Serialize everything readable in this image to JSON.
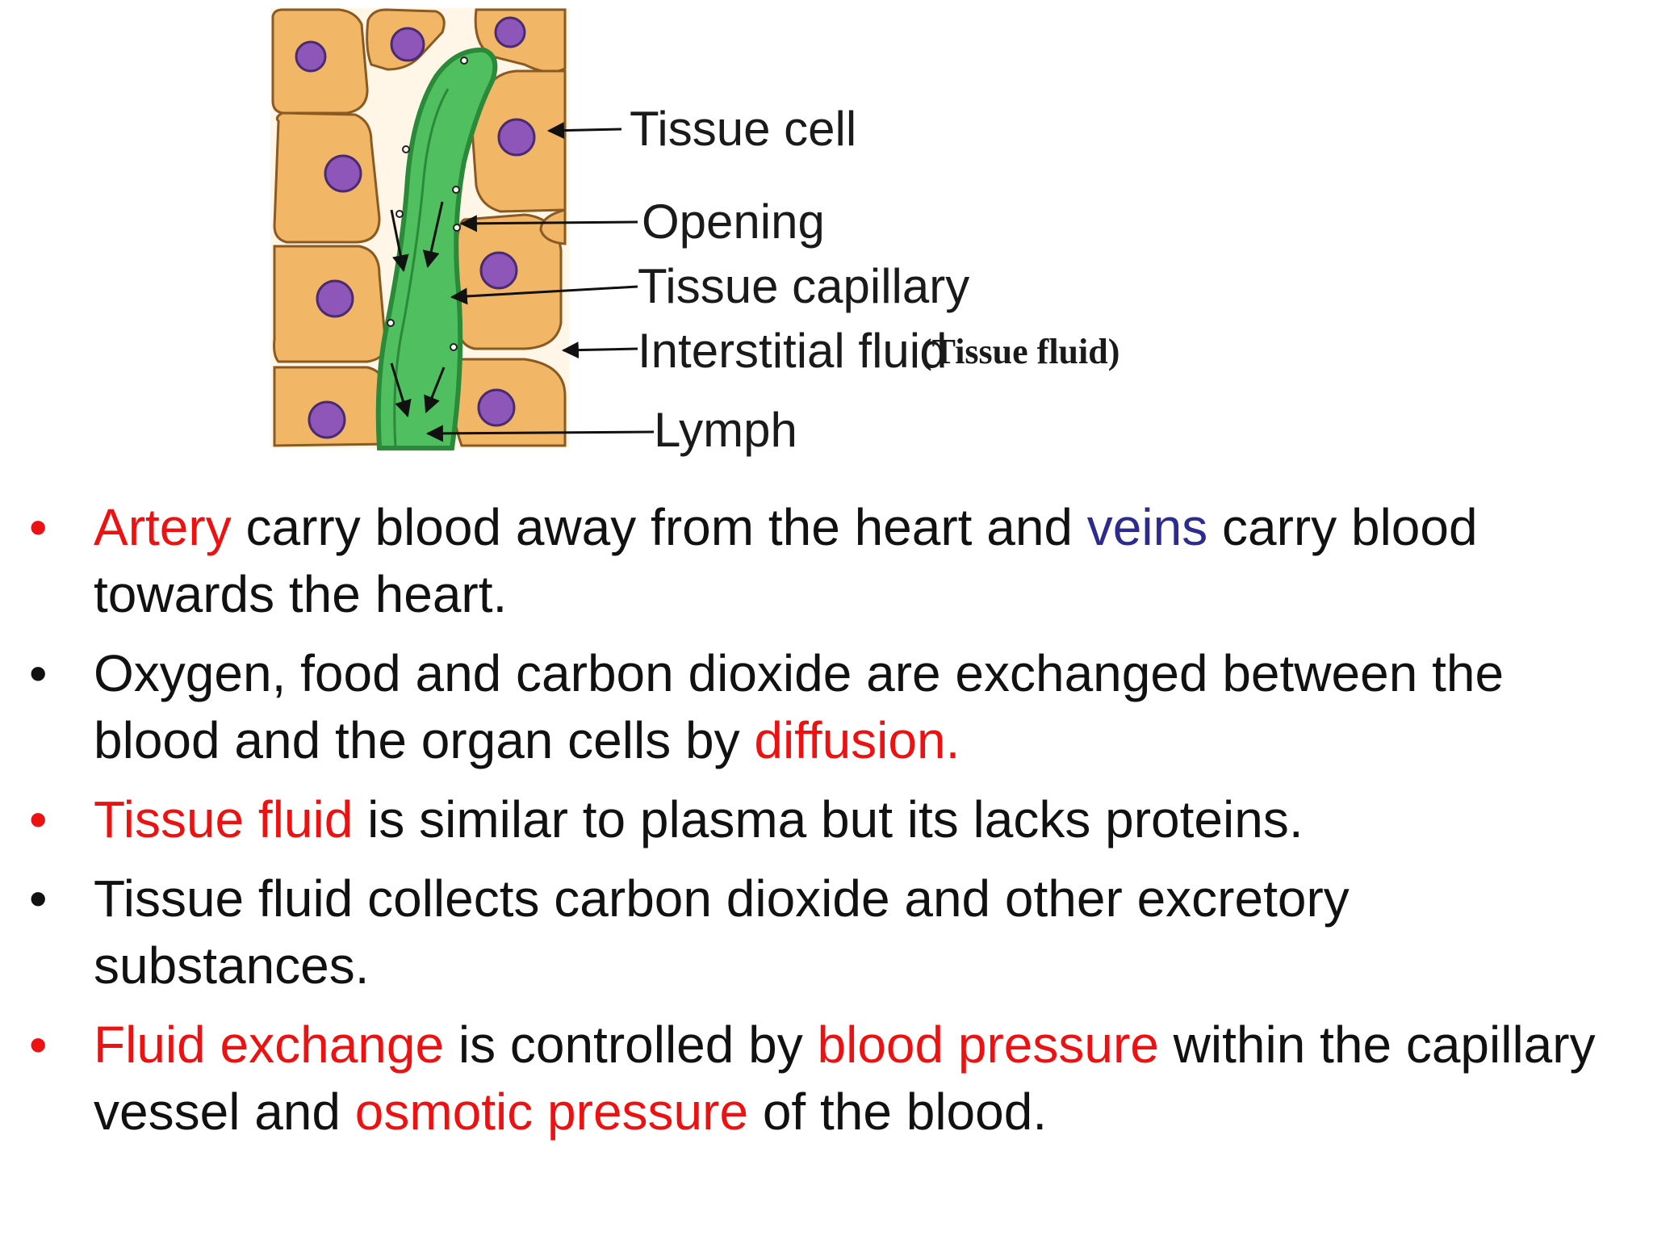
{
  "diagram": {
    "labels": {
      "tissue_cell": "Tissue cell",
      "opening": "Opening",
      "tissue_capillary": "Tissue capillary",
      "interstitial_fluid": "Interstitial fluid",
      "tissue_fluid_note": "(Tissue fluid)",
      "lymph": "Lymph"
    },
    "colors": {
      "cell_fill": "#f2b766",
      "cell_stroke": "#8a5a22",
      "nucleus": "#8d56b8",
      "capillary_fill": "#4fbf5f",
      "capillary_stroke": "#2a8a3a"
    }
  },
  "bullets": [
    {
      "bullet_color": "#ee1111",
      "segments": [
        {
          "text": "Artery",
          "color": "red"
        },
        {
          "text": " carry blood away from the heart and ",
          "color": "black"
        },
        {
          "text": "veins",
          "color": "blue"
        },
        {
          "text": " carry blood towards the heart.",
          "color": "black"
        }
      ]
    },
    {
      "bullet_color": "#111111",
      "segments": [
        {
          "text": "Oxygen, food and carbon dioxide are exchanged between the blood and the organ cells by ",
          "color": "black"
        },
        {
          "text": "diffusion.",
          "color": "red"
        }
      ]
    },
    {
      "bullet_color": "#ee1111",
      "segments": [
        {
          "text": "Tissue fluid",
          "color": "red"
        },
        {
          "text": " is similar to plasma but its lacks proteins.",
          "color": "black"
        }
      ]
    },
    {
      "bullet_color": "#111111",
      "segments": [
        {
          "text": "Tissue fluid collects carbon dioxide and other excretory substances.",
          "color": "black"
        }
      ]
    },
    {
      "bullet_color": "#ee1111",
      "segments": [
        {
          "text": "Fluid exchange",
          "color": "red"
        },
        {
          "text": " is controlled by ",
          "color": "black"
        },
        {
          "text": "blood pressure",
          "color": "red"
        },
        {
          "text": " within the capillary vessel and ",
          "color": "black"
        },
        {
          "text": "osmotic pressure",
          "color": "red"
        },
        {
          "text": " of the blood.",
          "color": "black"
        }
      ]
    }
  ]
}
